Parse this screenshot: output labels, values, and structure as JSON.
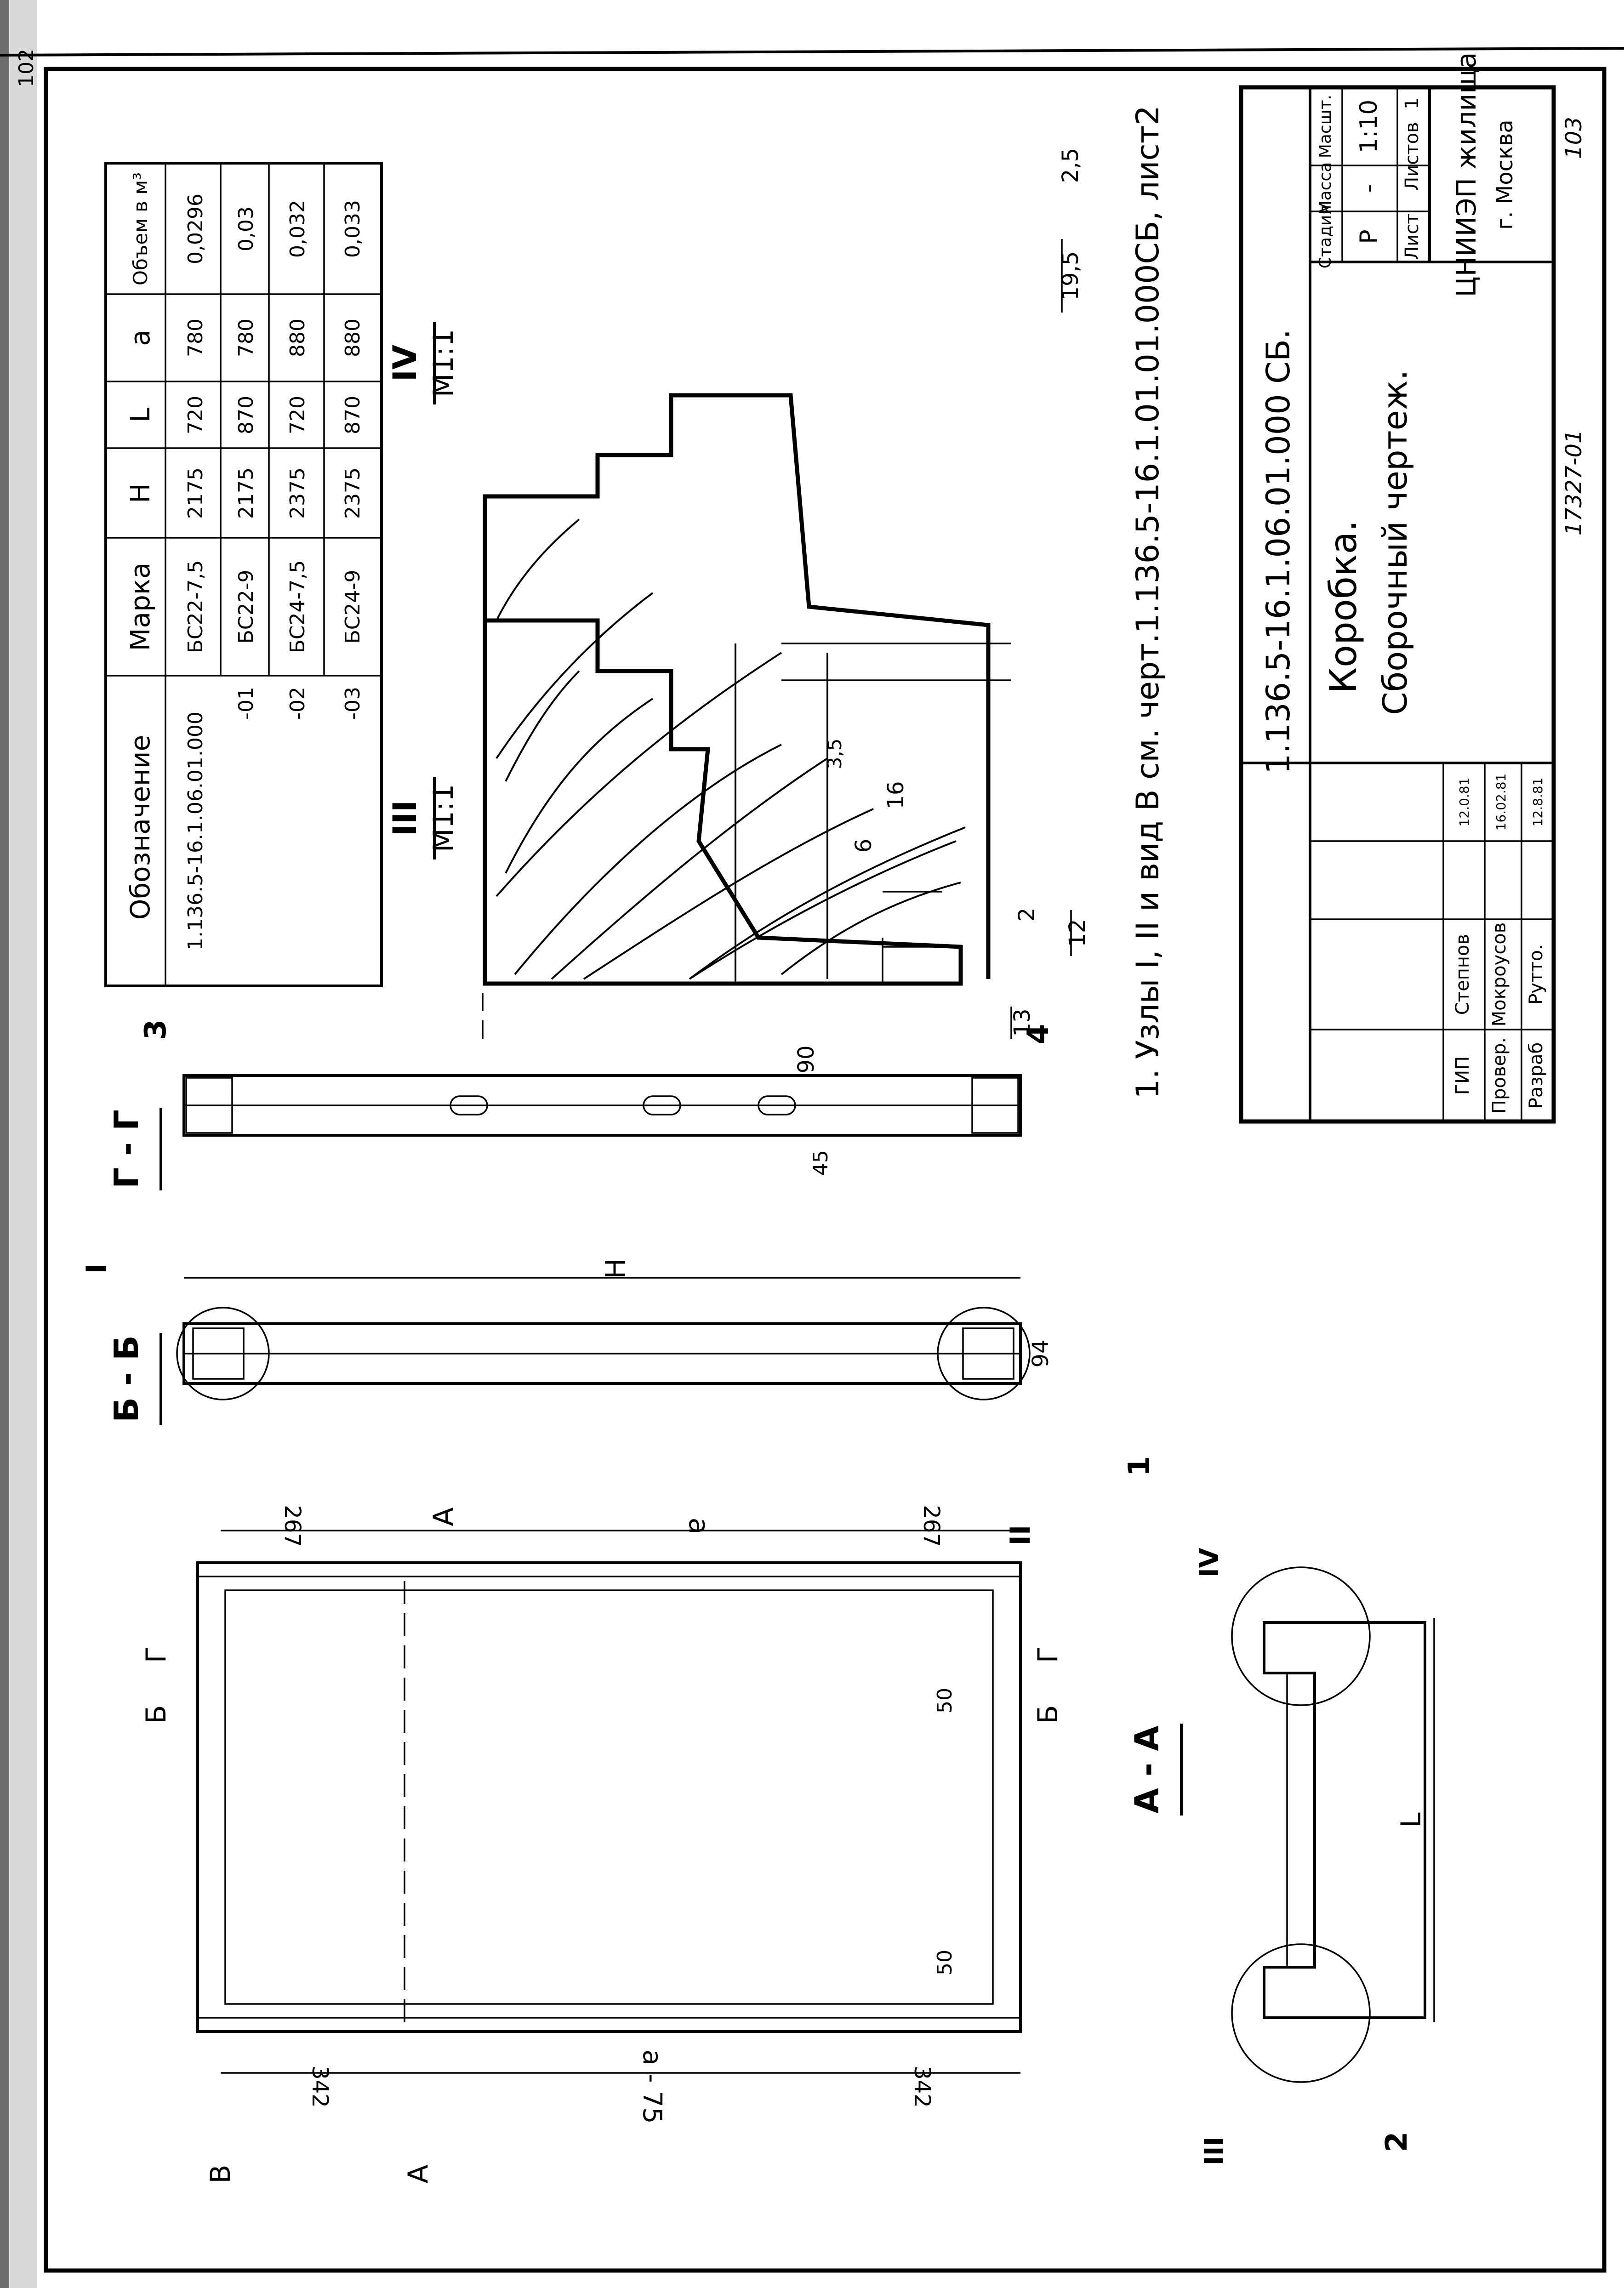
{
  "sheet": {
    "page_number_left": "102",
    "page_number_bottom": "103",
    "archive_number": "17327-01"
  },
  "spec_table": {
    "headers": [
      "Обозначение",
      "Марка",
      "Н",
      "L",
      "а",
      "Объем в м³"
    ],
    "rows": [
      [
        "1.136.5-16.1.06.01.000",
        "БС22-7,5",
        "2175",
        "720",
        "780",
        "0,0296"
      ],
      [
        "-01",
        "БС22-9",
        "2175",
        "870",
        "780",
        "0,03"
      ],
      [
        "-02",
        "БС24-7,5",
        "2375",
        "720",
        "880",
        "0,032"
      ],
      [
        "-03",
        "БС24-9",
        "2375",
        "870",
        "880",
        "0,033"
      ]
    ]
  },
  "notes": {
    "note1": "1. Узлы I, II и вид В см. черт.1.136.5-16.1.01.01.000СБ, лист2"
  },
  "views": {
    "section_bb": "Б - Б",
    "section_gg": "Г - Г",
    "section_aa": "А - А",
    "node_III": "III",
    "node_IV": "IV",
    "node_scale": "М1:1",
    "node_I": "I",
    "node_II": "II",
    "arrow_A": "А",
    "arrow_B": "Б",
    "arrow_G": "Г",
    "arrow_V": "В"
  },
  "dims": {
    "d267": "267",
    "d342": "342",
    "da": "а",
    "da75": "а - 75",
    "d50": "50",
    "dH": "Н",
    "d94": "94",
    "d45": "45",
    "d90": "90",
    "dL": "L",
    "d13": "13",
    "d12": "12",
    "d2": "2",
    "d6": "6",
    "d16": "16",
    "d35": "3,5",
    "d195": "19,5",
    "d25": "2,5"
  },
  "callouts": [
    "1",
    "2",
    "3",
    "4"
  ],
  "title_block": {
    "code": "1.136.5-16.1.06.01.000 СБ.",
    "name_line1": "Коробка.",
    "name_line2": "Сборочный чертеж.",
    "stage_label": "Стадия",
    "mass_label": "Масса",
    "scale_label": "Масшт.",
    "stage": "Р",
    "mass": "-",
    "scale": "1:10",
    "sheet_label": "Лист",
    "sheets_label": "Листов",
    "sheets_value": "1",
    "org_line1": "ЦНИИЭП жилища",
    "org_line2": "г. Москва",
    "roles": [
      {
        "role": "ГИП",
        "name": "Степнов",
        "date": "12.0.81"
      },
      {
        "role": "Провер.",
        "name": "Мокроусов",
        "date": "16.02.81"
      },
      {
        "role": "Разраб",
        "name": "Рутто.",
        "date": "12.8.81"
      }
    ]
  }
}
